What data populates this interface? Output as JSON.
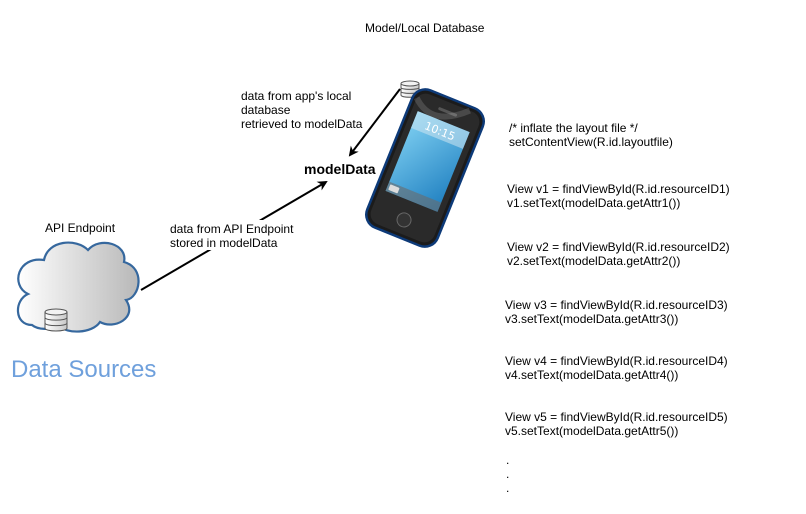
{
  "diagram": {
    "title": "Model/Local Database",
    "api_endpoint_label": "API Endpoint",
    "local_db_note": [
      "data from app's local",
      "database",
      "retrieved to modelData"
    ],
    "api_note": [
      "data from API Endpoint",
      "stored in modelData"
    ],
    "model_data_label": "modelData",
    "data_sources_heading": "Data Sources",
    "phone_time": "10:15",
    "colors": {
      "heading_blue": "#6fa0dc",
      "cloud_stroke": "#36689e",
      "phone_body": "#1b1b1b",
      "phone_screen": "#3aa6dc"
    },
    "icons": [
      "cloud-icon",
      "database-icon",
      "smartphone-icon"
    ]
  },
  "code_blocks": [
    {
      "lines": [
        "/* inflate the layout file */",
        "setContentView(R.id.layoutfile)"
      ]
    },
    {
      "lines": [
        "View v1 = findViewById(R.id.resourceID1)",
        "v1.setText(modelData.getAttr1())"
      ]
    },
    {
      "lines": [
        "View v2 = findViewById(R.id.resourceID2)",
        "v2.setText(modelData.getAttr2())"
      ]
    },
    {
      "lines": [
        "View v3 = findViewById(R.id.resourceID3)",
        "v3.setText(modelData.getAttr3())"
      ]
    },
    {
      "lines": [
        "View v4 = findViewById(R.id.resourceID4)",
        "v4.setText(modelData.getAttr4())"
      ]
    },
    {
      "lines": [
        "View v5 = findViewById(R.id.resourceID5)",
        "v5.setText(modelData.getAttr5())"
      ]
    },
    {
      "lines": [
        ".",
        ".",
        "."
      ]
    }
  ]
}
